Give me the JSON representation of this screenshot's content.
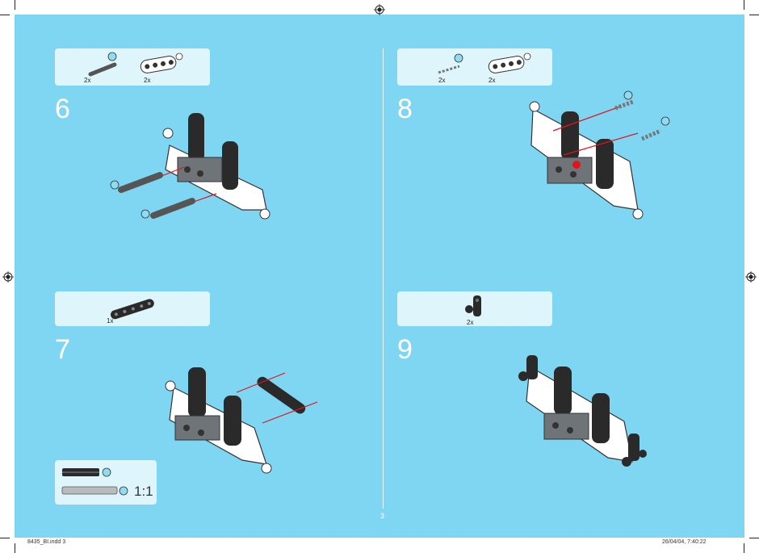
{
  "steps": [
    {
      "number": "6",
      "parts": [
        {
          "qty": "2x"
        },
        {
          "qty": "2x"
        }
      ]
    },
    {
      "number": "7",
      "parts": [
        {
          "qty": "1x"
        }
      ]
    },
    {
      "number": "8",
      "parts": [
        {
          "qty": "2x"
        },
        {
          "qty": "2x"
        }
      ]
    },
    {
      "number": "9",
      "parts": [
        {
          "qty": "2x"
        }
      ]
    }
  ],
  "scale_label": "1:1",
  "page_number": "3",
  "slug_left": "8435_BI.indd   3",
  "slug_right": "26/04/04, 7:40:22",
  "colors": {
    "background": "#7fd6f2",
    "panel": "#dff5fc",
    "arrow": "#e0151b",
    "dark_part": "#2a2a2a",
    "grey_part": "#6e7478"
  }
}
